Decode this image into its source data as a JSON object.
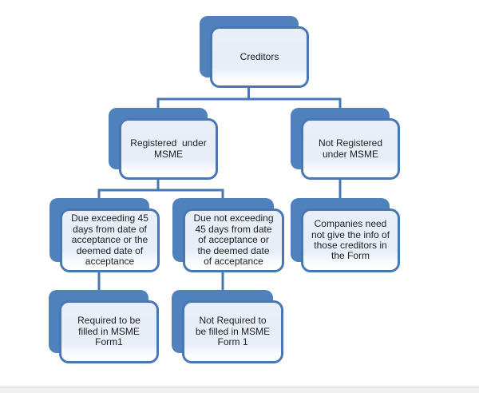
{
  "diagram": {
    "type": "flowchart",
    "background": "#FFFFFF",
    "colors": {
      "shape_back": "#4F81BD",
      "shape_border": "#4878B4",
      "shape_fill_top": "#E9EFF8",
      "shape_fill_bottom": "#FFFFFF",
      "connector": "#4878B4",
      "text": "#1F1F1F",
      "bottom_strip": "#F0F0F1"
    },
    "nodes": {
      "creditors": {
        "label": "Creditors"
      },
      "registered_under_msme": {
        "label": "Registered  under\nMSME"
      },
      "not_registered_under_msme": {
        "label": "Not Registered\nunder MSME"
      },
      "due_exceeding": {
        "label": "Due exceeding 45\ndays from date of\nacceptance or the\ndeemed date of\nacceptance"
      },
      "due_not_exceeding": {
        "label": "Due not exceeding\n45 days from date\nof acceptance or\nthe deemed date\nof acceptance"
      },
      "companies_need_not": {
        "label": "Companies need\nnot give the info of\nthose creditors in\nthe Form"
      },
      "required_msme_form1": {
        "label": "Required to be\nfilled in MSME\nForm1"
      },
      "not_required_msme_form1": {
        "label": "Not Required to\nbe filled in MSME\nForm 1"
      }
    },
    "edges": [
      {
        "from": "creditors",
        "to": "registered_under_msme"
      },
      {
        "from": "creditors",
        "to": "not_registered_under_msme"
      },
      {
        "from": "registered_under_msme",
        "to": "due_exceeding"
      },
      {
        "from": "registered_under_msme",
        "to": "due_not_exceeding"
      },
      {
        "from": "not_registered_under_msme",
        "to": "companies_need_not"
      },
      {
        "from": "due_exceeding",
        "to": "required_msme_form1"
      },
      {
        "from": "due_not_exceeding",
        "to": "not_required_msme_form1"
      }
    ]
  }
}
